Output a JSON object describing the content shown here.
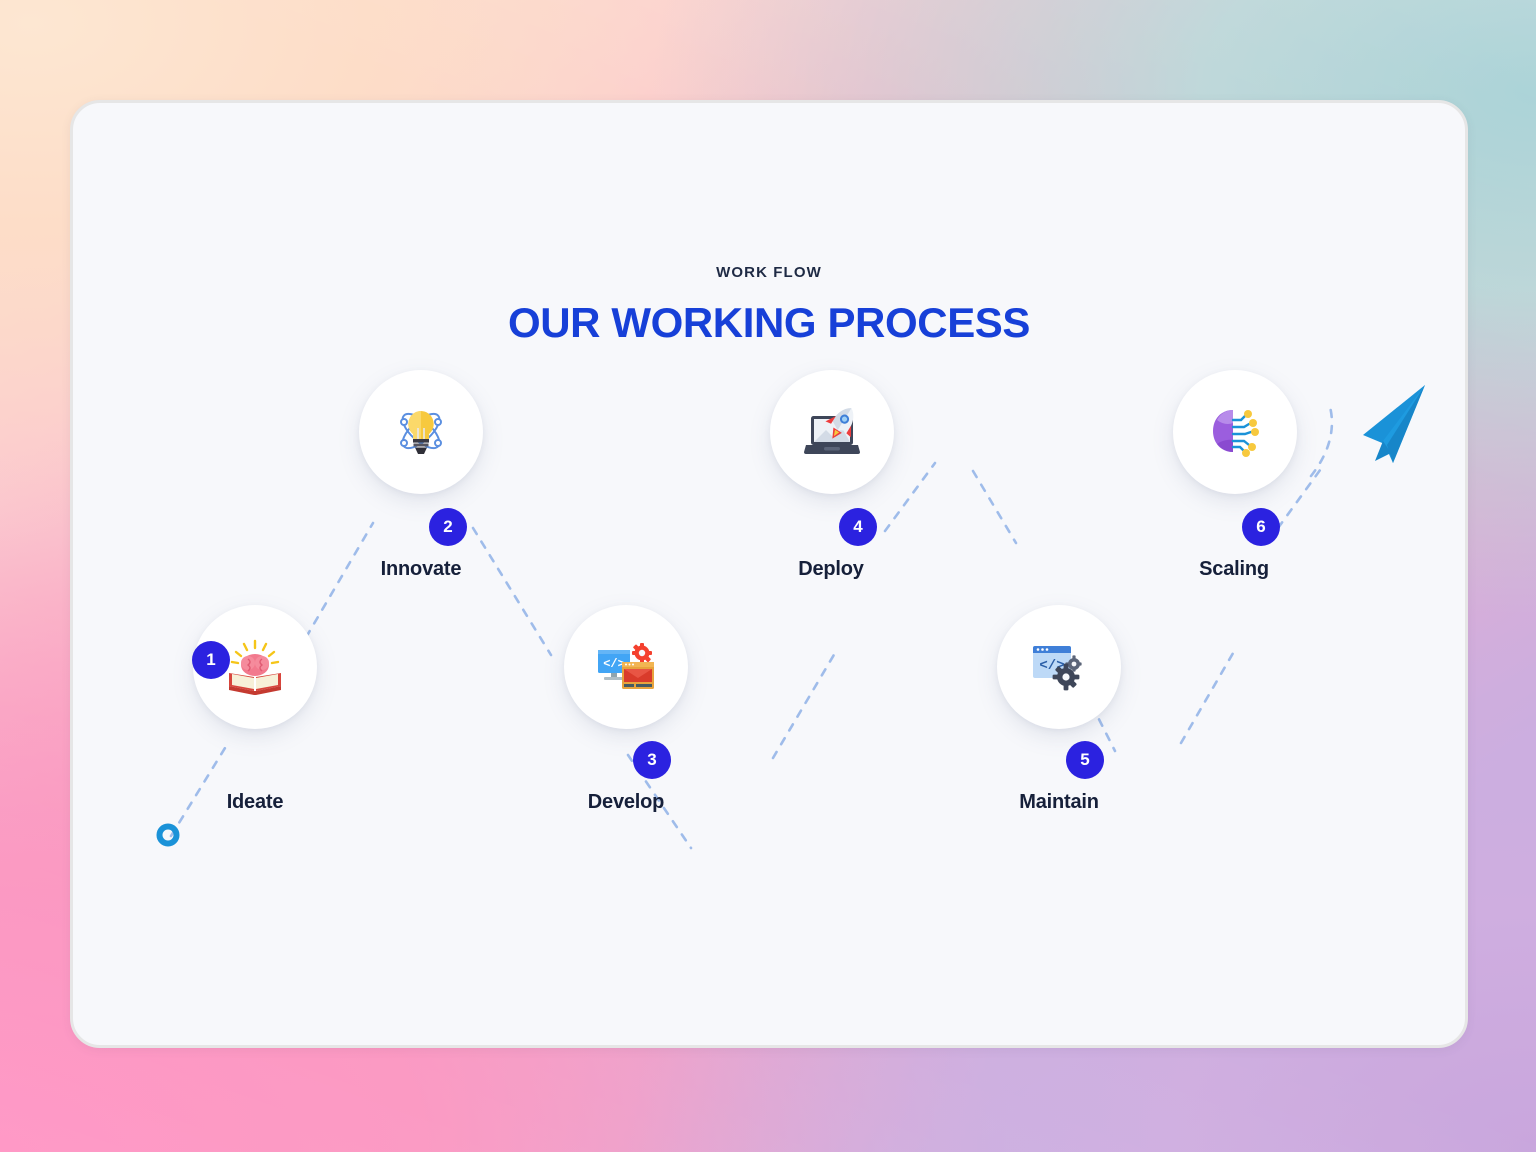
{
  "background": {
    "corner_top_left": "#fce3d0",
    "corner_top_right": "#a9cdd2",
    "corner_bottom_left": "#ff8ec0",
    "corner_bottom_right": "#c9a6dd"
  },
  "card": {
    "background": "#f7f8fb",
    "border_color": "#e6e6e6"
  },
  "header": {
    "eyebrow": "WORK FLOW",
    "title": "OUR WORKING PROCESS",
    "eyebrow_color": "#1e2a44",
    "title_color": "#1740d8"
  },
  "flow": {
    "badge_color": "#2b22e0",
    "connector_color": "#9fbcea",
    "connector_style": "dashed",
    "start_marker": "start-dot",
    "start_marker_color": "#1a92d8",
    "end_marker": "paper-plane",
    "end_marker_color": "#1a92d8",
    "steps": [
      {
        "number": "1",
        "label": "Ideate",
        "icon": "brain-book-icon"
      },
      {
        "number": "2",
        "label": "Innovate",
        "icon": "lightbulb-atom-icon"
      },
      {
        "number": "3",
        "label": "Develop",
        "icon": "code-monitor-gear-icon"
      },
      {
        "number": "4",
        "label": "Deploy",
        "icon": "laptop-rocket-icon"
      },
      {
        "number": "5",
        "label": "Maintain",
        "icon": "browser-code-gears-icon"
      },
      {
        "number": "6",
        "label": "Scaling",
        "icon": "ai-brain-circuit-icon"
      }
    ]
  }
}
